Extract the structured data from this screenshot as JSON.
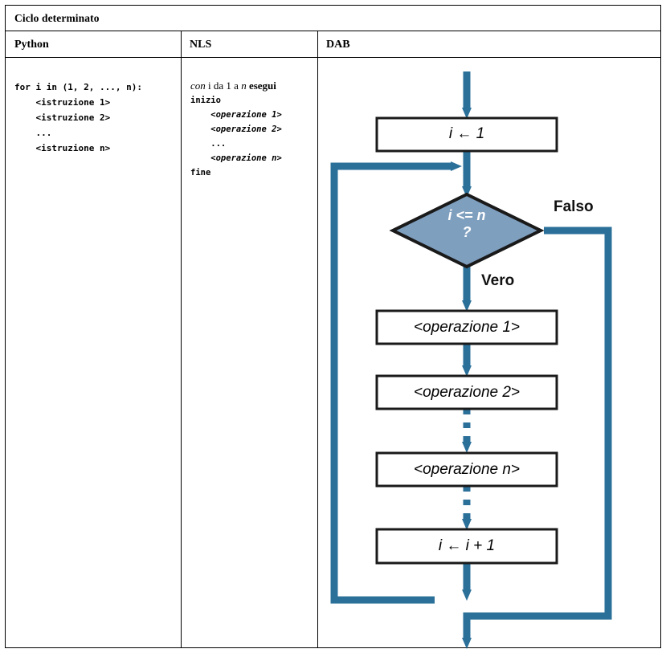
{
  "table": {
    "title": "Ciclo determinato",
    "columns": [
      "Python",
      "NLS",
      "DAB"
    ]
  },
  "python_code": "for i in (1, 2, ..., n):\n    <istruzione 1>\n    <istruzione 2>\n    ...\n    <istruzione n>",
  "nls": {
    "line1": {
      "con": "con",
      "i": " i ",
      "da1a": "da 1 a ",
      "n": "n",
      "esegui": " esegui"
    },
    "inizio": "inizio",
    "op1": "    <operazione 1>",
    "op2": "    <operazione 2>",
    "dots": "    ...",
    "opn": "    <operazione n>",
    "fine": "fine"
  },
  "flowchart": {
    "type": "flowchart",
    "title": "DAB",
    "colors": {
      "arrow_blue": "#2b7099",
      "arrow_blue_dark": "#1e5f87",
      "decision_fill": "#7f9fbf",
      "decision_stroke": "#1a1a1a",
      "box_stroke": "#1a1a1a",
      "box_fill": "#ffffff",
      "decision_text": "#ffffff"
    },
    "nodes": [
      {
        "id": "init",
        "shape": "process",
        "label": "i ← 1"
      },
      {
        "id": "cond",
        "shape": "decision",
        "label_line1": "i <= n",
        "label_line2": "?"
      },
      {
        "id": "op1",
        "shape": "process",
        "label": "<operazione 1>"
      },
      {
        "id": "op2",
        "shape": "process",
        "label": "<operazione 2>"
      },
      {
        "id": "opn",
        "shape": "process",
        "label": "<operazione n>"
      },
      {
        "id": "incr",
        "shape": "process",
        "label": "i ← i + 1"
      }
    ],
    "edge_labels": {
      "true": "Vero",
      "false": "Falso"
    },
    "edges": [
      {
        "from": "entry",
        "to": "init",
        "style": "solid"
      },
      {
        "from": "init",
        "to": "cond",
        "style": "solid"
      },
      {
        "from": "cond",
        "to": "op1",
        "style": "solid",
        "label": "Vero"
      },
      {
        "from": "op1",
        "to": "op2",
        "style": "solid"
      },
      {
        "from": "op2",
        "to": "opn",
        "style": "dashed"
      },
      {
        "from": "opn",
        "to": "incr",
        "style": "dashed"
      },
      {
        "from": "incr",
        "to": "cond",
        "style": "solid",
        "kind": "loop-back"
      },
      {
        "from": "cond",
        "to": "exit",
        "style": "solid",
        "label": "Falso"
      }
    ]
  }
}
